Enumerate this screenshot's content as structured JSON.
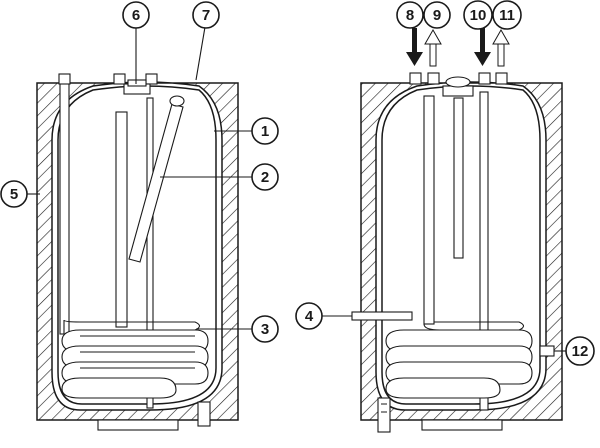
{
  "callouts": {
    "c1": "1",
    "c2": "2",
    "c3": "3",
    "c4": "4",
    "c5": "5",
    "c6": "6",
    "c7": "7",
    "c8": "8",
    "c9": "9",
    "c10": "10",
    "c11": "11",
    "c12": "12"
  },
  "colors": {
    "line": "#1a1a1a",
    "hatch": "#1a1a1a",
    "tank_fill": "#ffffff",
    "coil_fill": "#ffffff",
    "background": "#ffffff"
  },
  "flow_arrows": {
    "c8": "inlet (filled arrow, down)",
    "c9": "outlet (outline arrow, up)",
    "c10": "inlet (filled arrow, down)",
    "c11": "outlet (outline arrow, up)"
  }
}
